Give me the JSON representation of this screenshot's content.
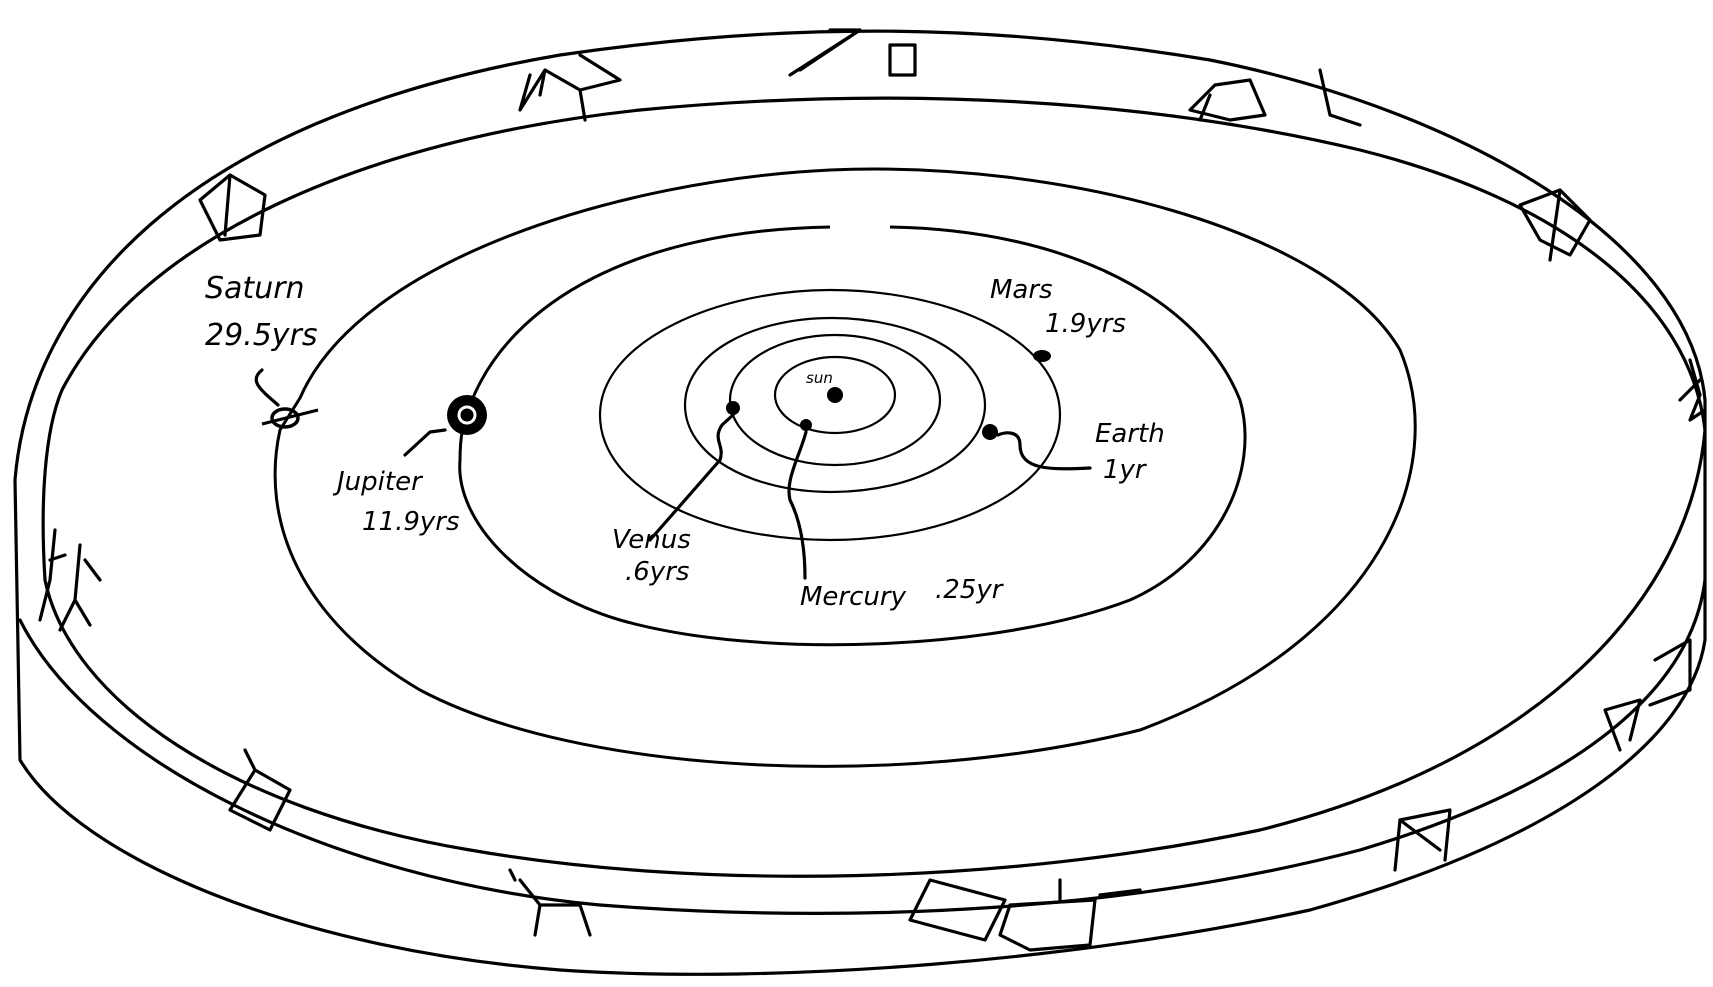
{
  "diagram": {
    "sun": {
      "label": "sun"
    },
    "planets": [
      {
        "key": "mercury",
        "name": "Mercury",
        "period": ".25yr"
      },
      {
        "key": "venus",
        "name": "Venus",
        "period": ".6yrs"
      },
      {
        "key": "earth",
        "name": "Earth",
        "period": "1yr"
      },
      {
        "key": "mars",
        "name": "Mars",
        "period": "1.9yrs"
      },
      {
        "key": "jupiter",
        "name": "Jupiter",
        "period": "11.9yrs"
      },
      {
        "key": "saturn",
        "name": "Saturn",
        "period": "29.5yrs"
      }
    ],
    "band": {
      "constellation_count": 12
    }
  }
}
